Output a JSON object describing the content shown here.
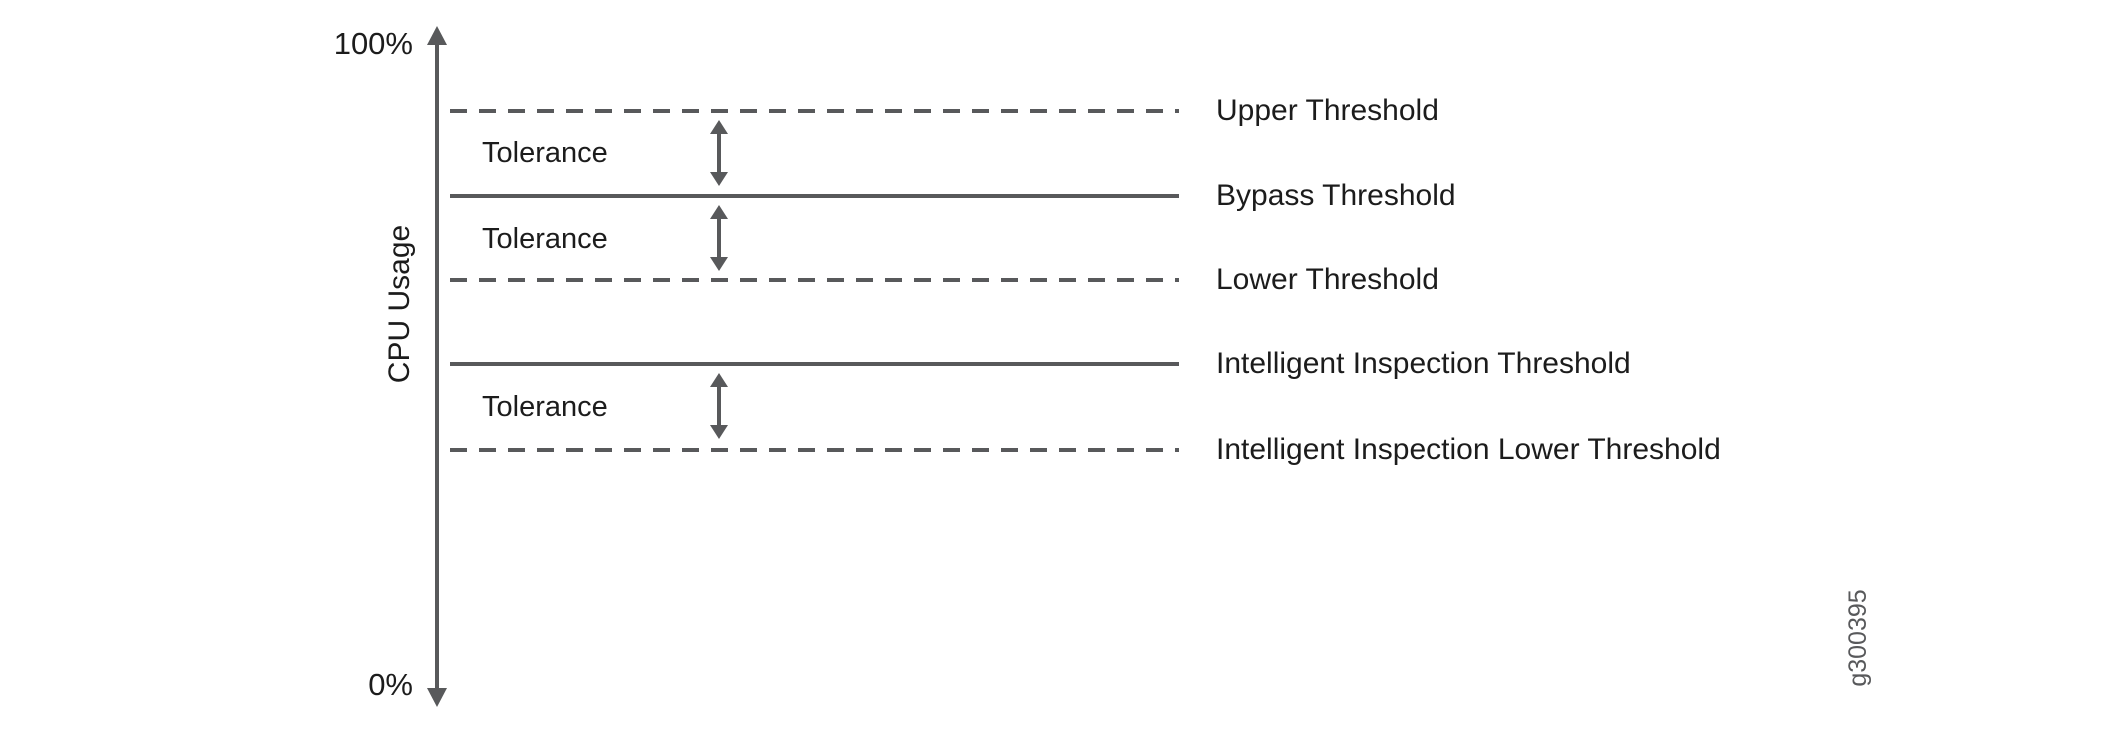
{
  "diagram": {
    "axis": {
      "max_label": "100%",
      "min_label": "0%",
      "label": "CPU Usage"
    },
    "thresholds": [
      {
        "label": "Upper Threshold",
        "line_style": "dashed"
      },
      {
        "label": "Bypass Threshold",
        "line_style": "solid"
      },
      {
        "label": "Lower Threshold",
        "line_style": "dashed"
      },
      {
        "label": "Intelligent Inspection Threshold",
        "line_style": "solid"
      },
      {
        "label": "Intelligent Inspection Lower Threshold",
        "line_style": "dashed"
      }
    ],
    "tolerances": [
      {
        "label": "Tolerance",
        "between": [
          "Upper Threshold",
          "Bypass Threshold"
        ]
      },
      {
        "label": "Tolerance",
        "between": [
          "Bypass Threshold",
          "Lower Threshold"
        ]
      },
      {
        "label": "Tolerance",
        "between": [
          "Intelligent Inspection Threshold",
          "Intelligent Inspection Lower Threshold"
        ]
      }
    ],
    "watermark": "g300395",
    "colors": {
      "line": "#58595b",
      "text": "#1c1c1c",
      "watermark": "#58595b"
    }
  }
}
